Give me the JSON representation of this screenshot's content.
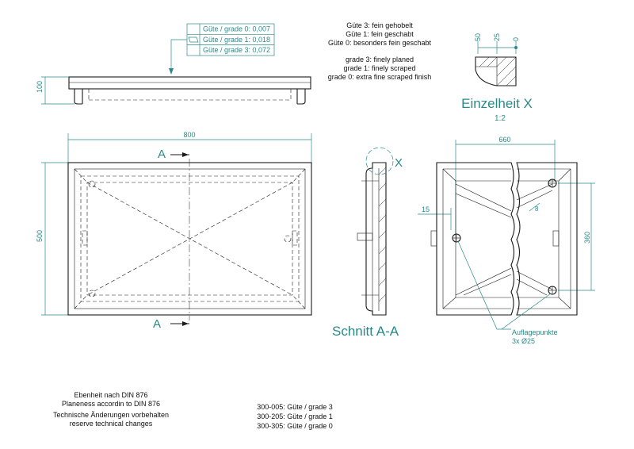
{
  "tolerance_box": {
    "rows": [
      "Güte / grade 0: 0,007",
      "Güte / grade 1: 0,018",
      "Güte / grade 3: 0,072"
    ]
  },
  "notes_de": [
    "Güte 3: fein gehobelt",
    "Güte 1: fein geschabt",
    "Güte 0: besonders fein geschabt"
  ],
  "notes_en": [
    "grade 3: finely planed",
    "grade 1: finely scraped",
    "grade 0: extra fine scraped finish"
  ],
  "detail": {
    "title": "Einzelheit  X",
    "scale": "1:2",
    "dims": [
      "50",
      "25",
      "0"
    ]
  },
  "side_view": {
    "height_dim": "100"
  },
  "top_view": {
    "width_dim": "800",
    "height_dim": "500",
    "section_label_top": "A",
    "section_label_bottom": "A"
  },
  "section": {
    "title": "Schnitt  A-A",
    "detail_marker": "X"
  },
  "right_view": {
    "width_dim": "660",
    "height_dim": "360",
    "offset_dim": "15",
    "angle_dim": "8",
    "support_label": "Auflagepunkte",
    "support_size": "3x Ø25"
  },
  "footer_left": [
    "Ebenheit nach DIN 876",
    "Planeness accordin to DIN 876",
    "Technische Änderungen vorbehalten",
    "reserve technical changes"
  ],
  "footer_codes": [
    "300-005: Güte / grade 3",
    "300-205: Güte / grade 1",
    "300-305: Güte / grade 0"
  ]
}
